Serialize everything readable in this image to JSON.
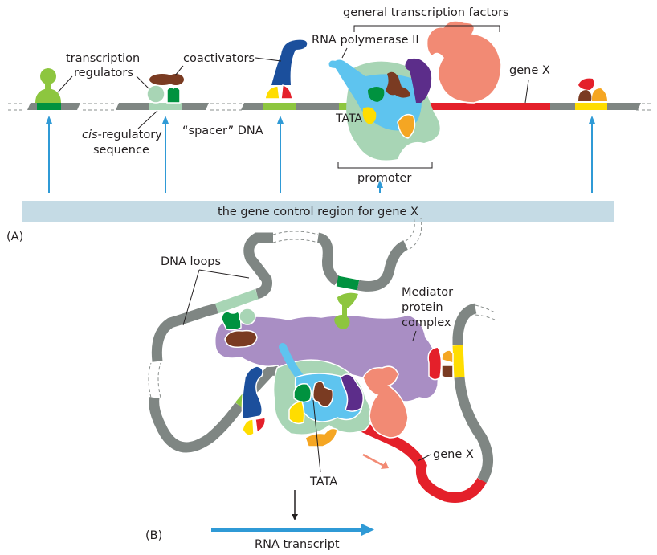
{
  "panel_a": {
    "panel_label": "(A)",
    "labels": {
      "transcription_regulators_line1": "transcription",
      "transcription_regulators_line2": "regulators",
      "coactivators": "coactivators",
      "rna_polymerase": "RNA polymerase II",
      "general_transcription_factors": "general transcription factors",
      "gene_x": "gene X",
      "tata": "TATA",
      "cis_regulatory_line1_italic": "cis",
      "cis_regulatory_line1_rest": "-regulatory",
      "cis_regulatory_line2": "sequence",
      "spacer_dna": "“spacer” DNA",
      "promoter": "promoter"
    },
    "control_region_banner": "the gene control region for gene X"
  },
  "panel_b": {
    "panel_label": "(B)",
    "labels": {
      "dna_loops": "DNA loops",
      "mediator_line1": "Mediator",
      "mediator_line2": "protein",
      "mediator_line3": "complex",
      "gene_x": "gene X",
      "tata": "TATA",
      "rna_transcript": "RNA transcript"
    }
  },
  "colors": {
    "dna_gray": "#7f8683",
    "regulator_light_green": "#8dc63f",
    "cis_dark_green": "#00923f",
    "cis_pale_green": "#a8d5b5",
    "coactivator_brown": "#7a3b22",
    "activator_blue": "#1b4f9c",
    "yellow": "#ffdd00",
    "red": "#e4202a",
    "orange": "#f5a623",
    "polymerase_light_blue": "#5ec4ef",
    "gtf_pale_green": "#a8d5b5",
    "purple": "#5c2d8a",
    "salmon": "#f28a74",
    "mediator_lavender": "#a98ec4",
    "banner_blue": "#c5dbe5",
    "arrow_blue": "#2f9ad6"
  }
}
